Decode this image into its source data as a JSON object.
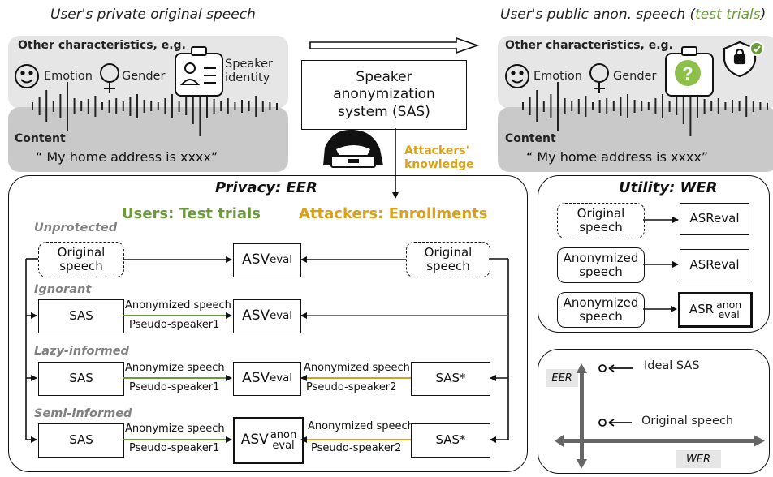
{
  "header": {
    "left_title": "User's private original speech",
    "right_title_prefix": "User's public anon. speech (",
    "right_title_highlight": "test trials",
    "right_title_suffix": ")"
  },
  "left_panel": {
    "characteristics_label": "Other characteristics, e.g.",
    "emotion": "Emotion",
    "gender": "Gender",
    "speaker_identity_line1": "Speaker",
    "speaker_identity_line2": "identity",
    "content_label": "Content",
    "content_text": "“ My home address is xxxx”"
  },
  "right_panel": {
    "characteristics_label": "Other characteristics, e.g.",
    "emotion": "Emotion",
    "gender": "Gender",
    "content_label": "Content",
    "content_text": "“ My home address is xxxx”"
  },
  "sas": {
    "line1": "Speaker",
    "line2": "anonymization",
    "line3": "system (SAS)",
    "attackers_knowledge_line1": "Attackers'",
    "attackers_knowledge_line2": "knowledge"
  },
  "privacy": {
    "title": "Privacy: EER",
    "users_head": "Users: Test trials",
    "attackers_head": "Attackers: Enrollments",
    "rows": [
      {
        "label": "Unprotected",
        "left_box": "Original speech",
        "center": "ASV",
        "center_sub": "eval",
        "right_box": "Original speech"
      },
      {
        "label": "Ignorant",
        "left_box": "SAS",
        "top_text": "Anonymized speech",
        "bottom_text": "Pseudo-speaker1",
        "center": "ASV",
        "center_sub": "eval"
      },
      {
        "label": "Lazy-informed",
        "left_box": "SAS",
        "top_text": "Anonymize speech",
        "bottom_text": "Pseudo-speaker1",
        "center": "ASV",
        "center_sub": "eval",
        "right_top_text": "Anonymized speech",
        "right_bottom_text": "Pseudo-speaker2",
        "right_box": "SAS*"
      },
      {
        "label": "Semi-informed",
        "left_box": "SAS",
        "top_text": "Anonymize speech",
        "bottom_text": "Pseudo-speaker1",
        "center": "ASV",
        "center_sup": "anon",
        "center_sub": "eval",
        "right_top_text": "Anonymized speech",
        "right_bottom_text": "Pseudo-speaker2",
        "right_box": "SAS*"
      }
    ]
  },
  "utility": {
    "title": "Utility: WER",
    "rows": [
      {
        "input": "Original speech",
        "output": "ASReval"
      },
      {
        "input": "Anonymized speech",
        "output": "ASReval"
      },
      {
        "input": "Anonymized speech",
        "output": "ASR",
        "output_sup": "anon",
        "output_sub": "eval"
      }
    ]
  },
  "plot": {
    "y_label": "EER",
    "x_label": "WER",
    "ideal": "Ideal SAS",
    "original": "Original speech"
  },
  "colors": {
    "green": "#6b9a3a",
    "orange": "#d9a018",
    "panel_gray": "#e6e6e6",
    "content_gray": "#c9c9c9"
  }
}
